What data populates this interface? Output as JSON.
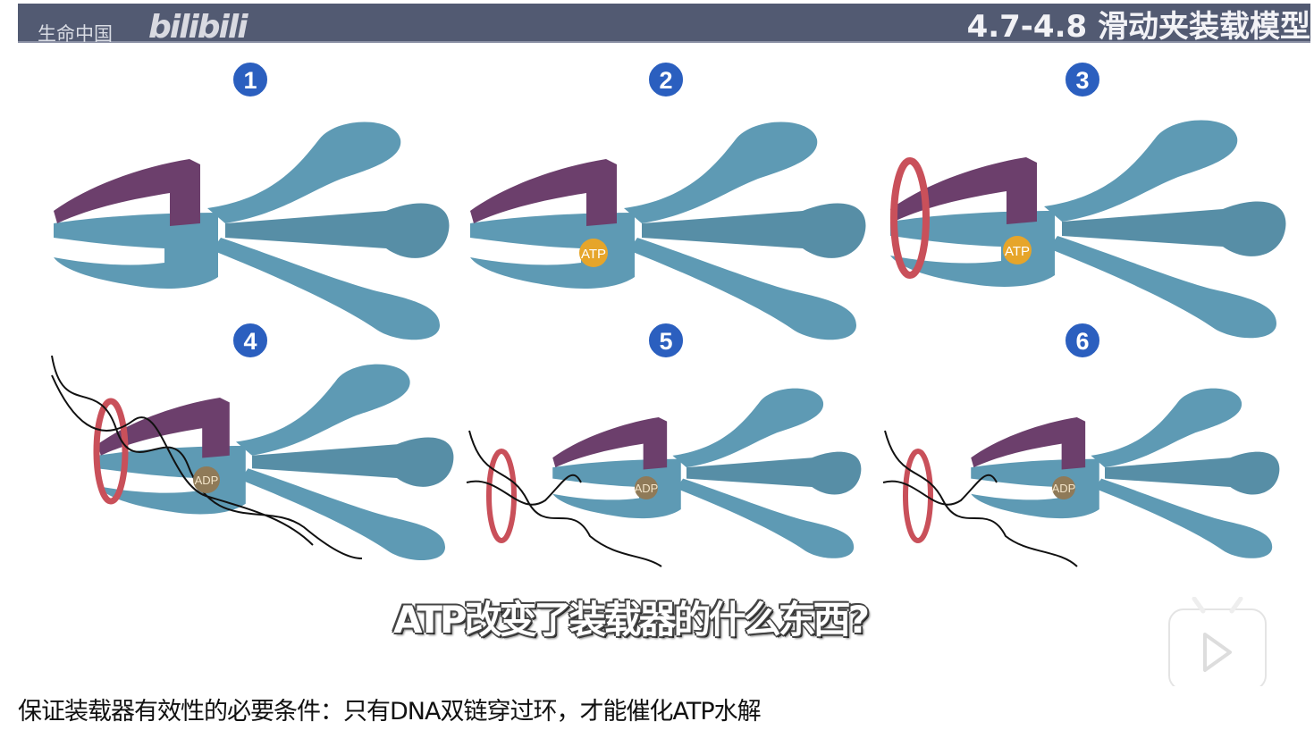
{
  "header": {
    "channel": "生命中国",
    "logo": "bilibili",
    "title": "4.7-4.8 滑动夹装载模型"
  },
  "colors": {
    "header_bg": "#525a72",
    "loader_blue": "#5e9ab4",
    "loader_purple": "#6c3f6c",
    "clamp_red": "#c9505a",
    "step_circle": "#2b5fbf",
    "atp": "#e6a52a"
  },
  "panels": [
    {
      "step": "1"
    },
    {
      "step": "2",
      "badge": "ATP"
    },
    {
      "step": "3",
      "badge": "ATP"
    },
    {
      "step": "4",
      "badge": "ADP"
    },
    {
      "step": "5",
      "badge": "ADP"
    },
    {
      "step": "6",
      "badge": "ADP"
    }
  ],
  "video_subtitle": "ATP改变了装载器的什么东西?",
  "caption": "保证装载器有效性的必要条件：只有DNA双链穿过环，才能催化ATP水解"
}
